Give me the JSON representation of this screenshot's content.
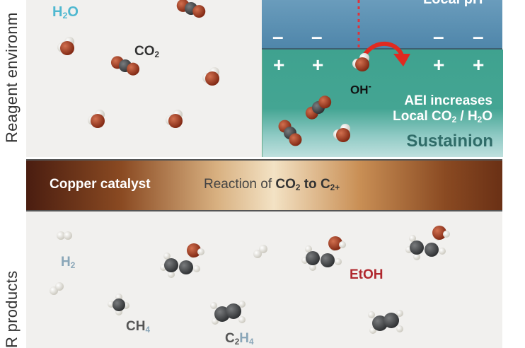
{
  "side_labels": {
    "top": "Reagent environm",
    "bottom": "R products"
  },
  "reagent": {
    "h2o": {
      "main": "H",
      "sub": "2",
      "tail": "O"
    },
    "co2": {
      "main": "CO",
      "sub": "2"
    }
  },
  "interface": {
    "local_ph": "Local pH",
    "minus": "–",
    "plus": "+",
    "oh": "OH",
    "oh_charge": "-",
    "aei_line1": "AEI increases",
    "aei_line2_a": "Local CO",
    "aei_line2_sub": "2",
    "aei_line2_b": " / H",
    "aei_line2_sub2": "2",
    "aei_line2_c": "O",
    "sustainion": "Sustainion"
  },
  "catalyst": {
    "label": "Copper catalyst",
    "reaction_prefix": "Reaction of ",
    "reaction_co": "CO",
    "reaction_sub": "2",
    "reaction_to": " to C",
    "reaction_sub2": "2+"
  },
  "products": {
    "h2": {
      "main": "H",
      "sub": "2"
    },
    "ch4": {
      "main": "CH",
      "sub": "4"
    },
    "c2h4": {
      "main": "C",
      "sub": "2",
      "mid": "H",
      "sub2": "4"
    },
    "etoh": "EtOH"
  },
  "colors": {
    "oxygen": "#a83a22",
    "carbon": "#4a4c4e",
    "hydrogen": "#e8e6df",
    "h2o_label": "#4fb8d0",
    "etoh_label": "#b0282e",
    "arrow": "#e02a20",
    "blue_layer": "#5a8fb2",
    "teal_layer": "#42a391"
  }
}
